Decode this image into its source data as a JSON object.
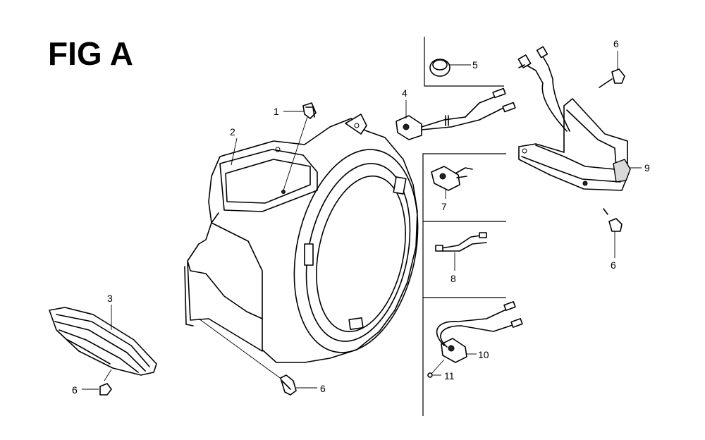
{
  "figure": {
    "title": "FIG A"
  },
  "callouts": [
    {
      "id": "c1",
      "label": "1"
    },
    {
      "id": "c2",
      "label": "2"
    },
    {
      "id": "c3",
      "label": "3"
    },
    {
      "id": "c4",
      "label": "4"
    },
    {
      "id": "c5",
      "label": "5"
    },
    {
      "id": "c6a",
      "label": "6"
    },
    {
      "id": "c6b",
      "label": "6"
    },
    {
      "id": "c6c",
      "label": "6"
    },
    {
      "id": "c6d",
      "label": "6"
    },
    {
      "id": "c7",
      "label": "7"
    },
    {
      "id": "c8",
      "label": "8"
    },
    {
      "id": "c9",
      "label": "9"
    },
    {
      "id": "c10",
      "label": "10"
    },
    {
      "id": "c11",
      "label": "11"
    }
  ]
}
